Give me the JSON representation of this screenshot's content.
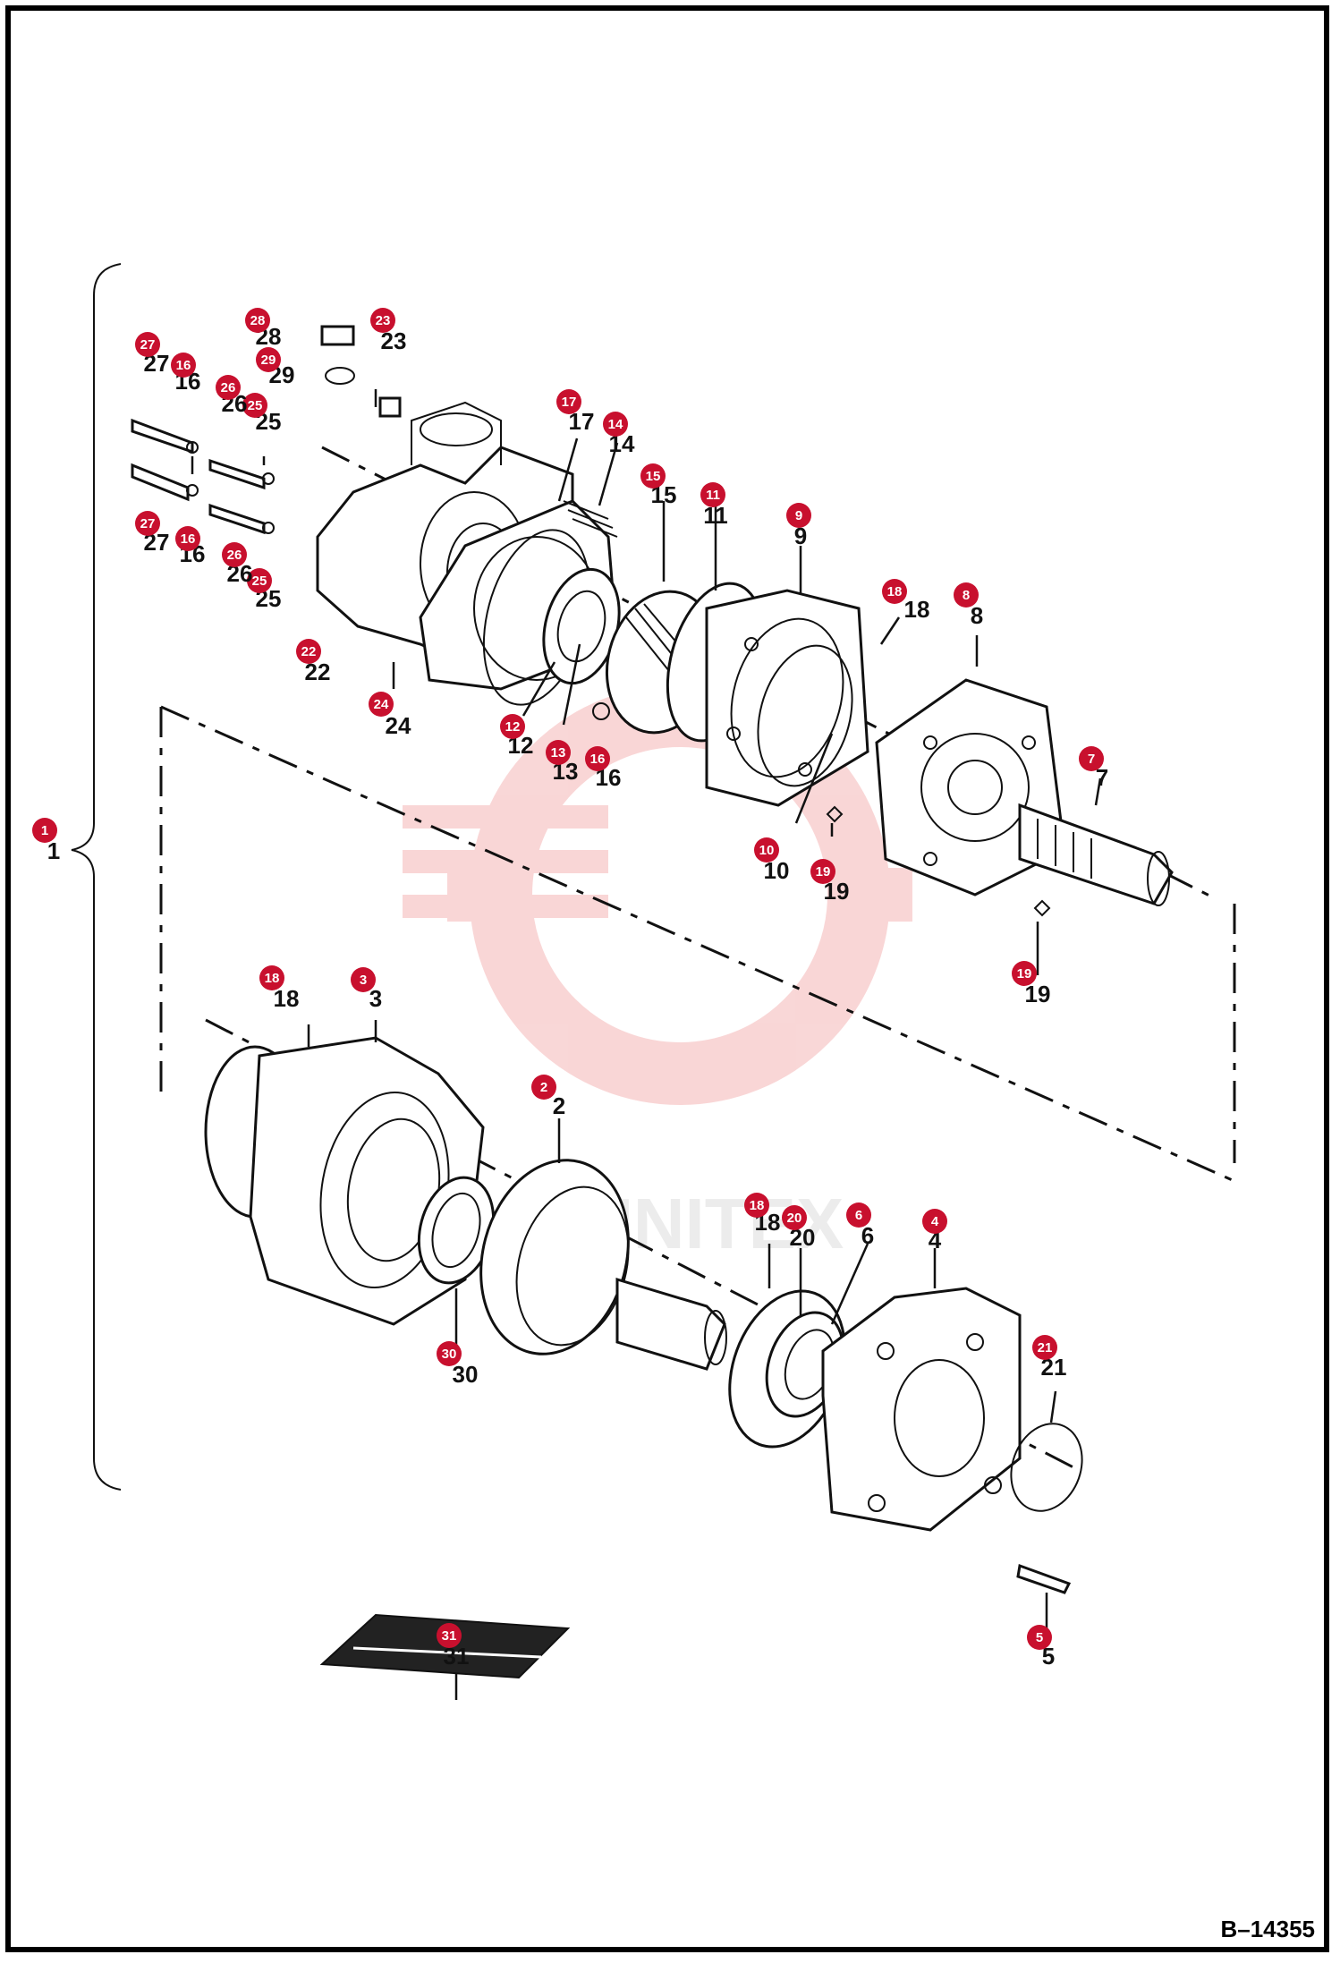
{
  "diagram": {
    "reference_code": "B–14355",
    "watermark_text": "UNITEX",
    "badge_color": "#c8102e",
    "parts": [
      {
        "id": "p1",
        "number": "1"
      },
      {
        "id": "p2",
        "number": "2"
      },
      {
        "id": "p3",
        "number": "3"
      },
      {
        "id": "p4",
        "number": "4"
      },
      {
        "id": "p5",
        "number": "5"
      },
      {
        "id": "p6",
        "number": "6"
      },
      {
        "id": "p7",
        "number": "7"
      },
      {
        "id": "p8",
        "number": "8"
      },
      {
        "id": "p9",
        "number": "9"
      },
      {
        "id": "p10",
        "number": "10"
      },
      {
        "id": "p11",
        "number": "11"
      },
      {
        "id": "p12",
        "number": "12"
      },
      {
        "id": "p13",
        "number": "13"
      },
      {
        "id": "p14",
        "number": "14"
      },
      {
        "id": "p15",
        "number": "15"
      },
      {
        "id": "p16a",
        "number": "16"
      },
      {
        "id": "p16b",
        "number": "16"
      },
      {
        "id": "p16c",
        "number": "16"
      },
      {
        "id": "p17",
        "number": "17"
      },
      {
        "id": "p18a",
        "number": "18"
      },
      {
        "id": "p18b",
        "number": "18"
      },
      {
        "id": "p18c",
        "number": "18"
      },
      {
        "id": "p19a",
        "number": "19"
      },
      {
        "id": "p19b",
        "number": "19"
      },
      {
        "id": "p20",
        "number": "20"
      },
      {
        "id": "p21",
        "number": "21"
      },
      {
        "id": "p22",
        "number": "22"
      },
      {
        "id": "p23",
        "number": "23"
      },
      {
        "id": "p24",
        "number": "24"
      },
      {
        "id": "p25a",
        "number": "25"
      },
      {
        "id": "p25b",
        "number": "25"
      },
      {
        "id": "p26a",
        "number": "26"
      },
      {
        "id": "p26b",
        "number": "26"
      },
      {
        "id": "p27a",
        "number": "27"
      },
      {
        "id": "p27b",
        "number": "27"
      },
      {
        "id": "p28",
        "number": "28"
      },
      {
        "id": "p29",
        "number": "29"
      },
      {
        "id": "p30",
        "number": "30"
      },
      {
        "id": "p31",
        "number": "31"
      }
    ]
  }
}
